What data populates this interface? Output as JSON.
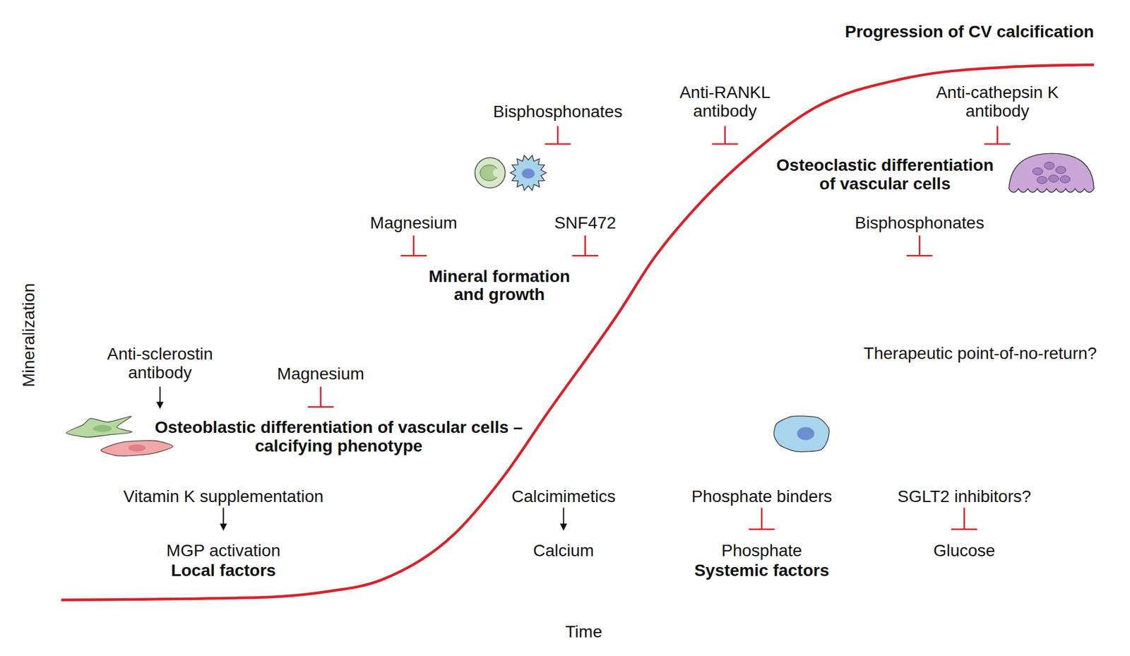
{
  "diagram": {
    "title": "Progression of CV calcification",
    "nodes": [
      {
        "text": [
          "Osteoclastic differentiation of vascular cells"
        ]
      },
      {
        "text": [
          "Mineral formation and growth"
        ]
      },
      {
        "text": [
          "Osteoblastic differentiation of vascular cells –calcifying phenotype"
        ]
      },
      {
        "text": [
          "MGP activation",
          "Local factors",
          "Calcium",
          "Phosphate",
          "Systemic factors",
          "Glucose"
        ]
      }
    ],
    "labels": [
      "Bisphosphonates",
      "Anti-RANKL antibody",
      "Anti-cathepsin K antibody",
      "Magnesium",
      "SNF472",
      "Bisphosphonates",
      "Therapeutic point-of-no-return?",
      "Anti-sclerostin antibody",
      "Magnesium",
      "Vitamin K supplementation",
      "Calcimimetics",
      "Phosphate binders",
      "SGLT2 inhibitors?",
      "Mineralization",
      "Time"
    ]
  }
}
